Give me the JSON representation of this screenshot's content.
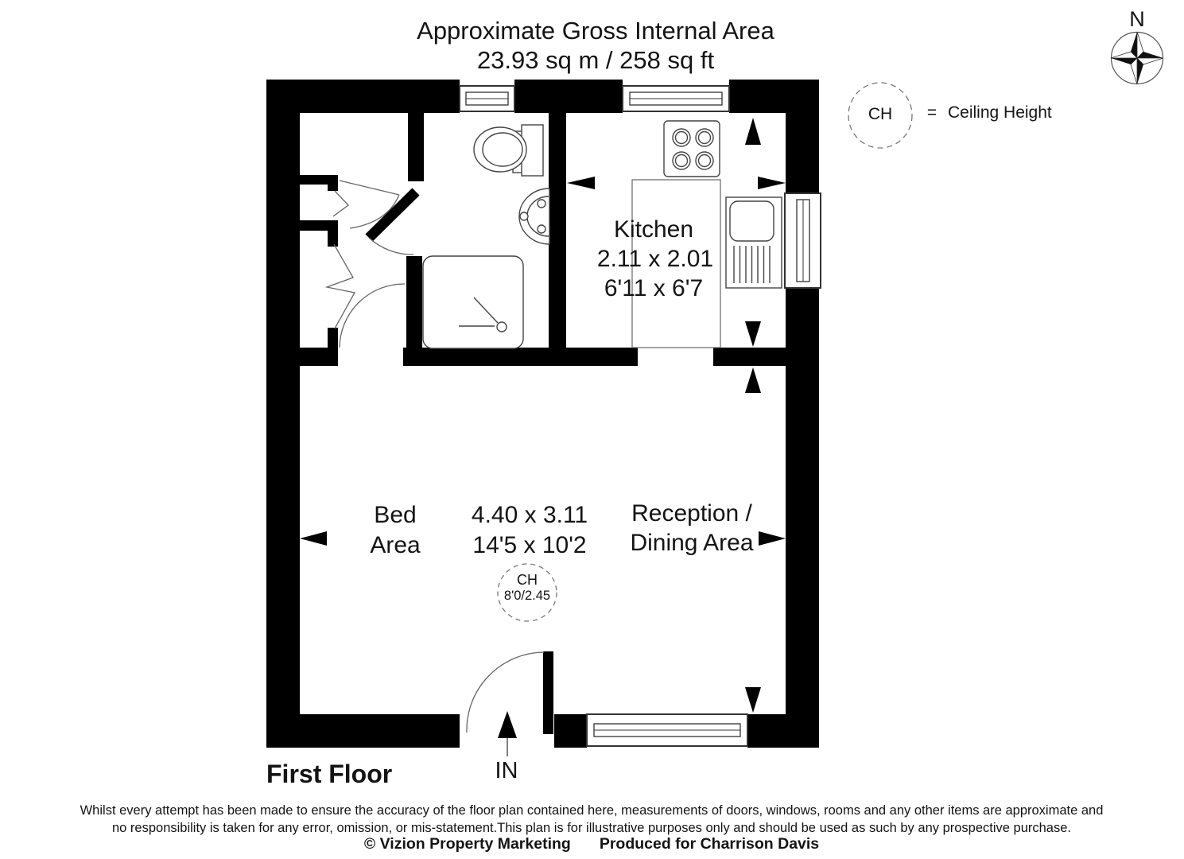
{
  "header": {
    "title_line1": "Approximate Gross Internal Area",
    "title_line2": "23.93 sq m / 258 sq ft"
  },
  "compass": {
    "north_label": "N"
  },
  "legend": {
    "symbol": "CH",
    "equals_sign": "=",
    "description": "Ceiling Height"
  },
  "plan": {
    "kitchen": {
      "name": "Kitchen",
      "size_metric": "2.11 x 2.01",
      "size_imperial": "6'11 x 6'7"
    },
    "bed_area": {
      "name_line1": "Bed",
      "name_line2": "Area"
    },
    "main_room_size": {
      "metric": "4.40 x 3.11",
      "imperial": "14'5 x 10'2"
    },
    "reception": {
      "name_line1": "Reception /",
      "name_line2": "Dining Area"
    },
    "ceiling_height_marker": {
      "symbol": "CH",
      "value": "8'0/2.45"
    },
    "entrance_label": "IN"
  },
  "floor_label": "First Floor",
  "footer": {
    "disclaimer_line1": "Whilst every attempt has been made to ensure the accuracy of the floor plan contained here, measurements of doors, windows, rooms and any other items are approximate and",
    "disclaimer_line2": "no responsibility is taken for any error, omission, or mis-statement.This plan is for illustrative purposes only and should be used as such by any prospective purchase.",
    "copyright": "© Vizion Property Marketing",
    "produced_for": "Produced for Charrison Davis"
  }
}
